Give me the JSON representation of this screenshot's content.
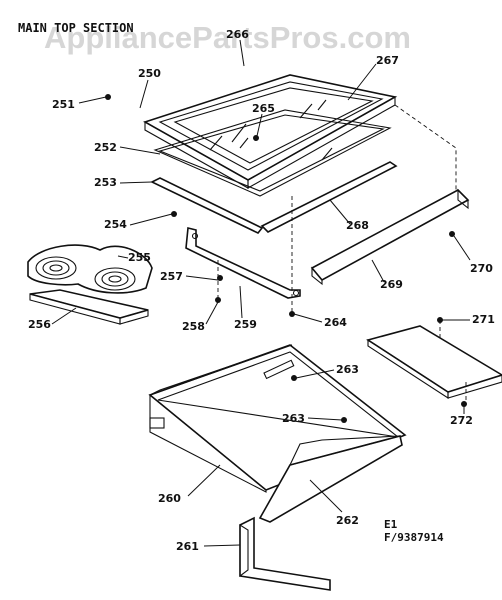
{
  "diagram": {
    "section_title": "MAIN TOP SECTION",
    "watermark": "AppliancePartsPros.com",
    "ref_code": "E1",
    "figure_number": "F/9387914",
    "labels": [
      {
        "id": "250",
        "text": "250"
      },
      {
        "id": "251",
        "text": "251"
      },
      {
        "id": "252",
        "text": "252"
      },
      {
        "id": "253",
        "text": "253"
      },
      {
        "id": "254",
        "text": "254"
      },
      {
        "id": "255",
        "text": "255"
      },
      {
        "id": "256",
        "text": "256"
      },
      {
        "id": "257",
        "text": "257"
      },
      {
        "id": "258",
        "text": "258"
      },
      {
        "id": "259",
        "text": "259"
      },
      {
        "id": "260",
        "text": "260"
      },
      {
        "id": "261",
        "text": "261"
      },
      {
        "id": "262",
        "text": "262"
      },
      {
        "id": "263a",
        "text": "263"
      },
      {
        "id": "263b",
        "text": "263"
      },
      {
        "id": "264",
        "text": "264"
      },
      {
        "id": "265",
        "text": "265"
      },
      {
        "id": "266",
        "text": "266"
      },
      {
        "id": "267",
        "text": "267"
      },
      {
        "id": "268",
        "text": "268"
      },
      {
        "id": "269",
        "text": "269"
      },
      {
        "id": "270",
        "text": "270"
      },
      {
        "id": "271",
        "text": "271"
      },
      {
        "id": "272",
        "text": "272"
      }
    ]
  }
}
